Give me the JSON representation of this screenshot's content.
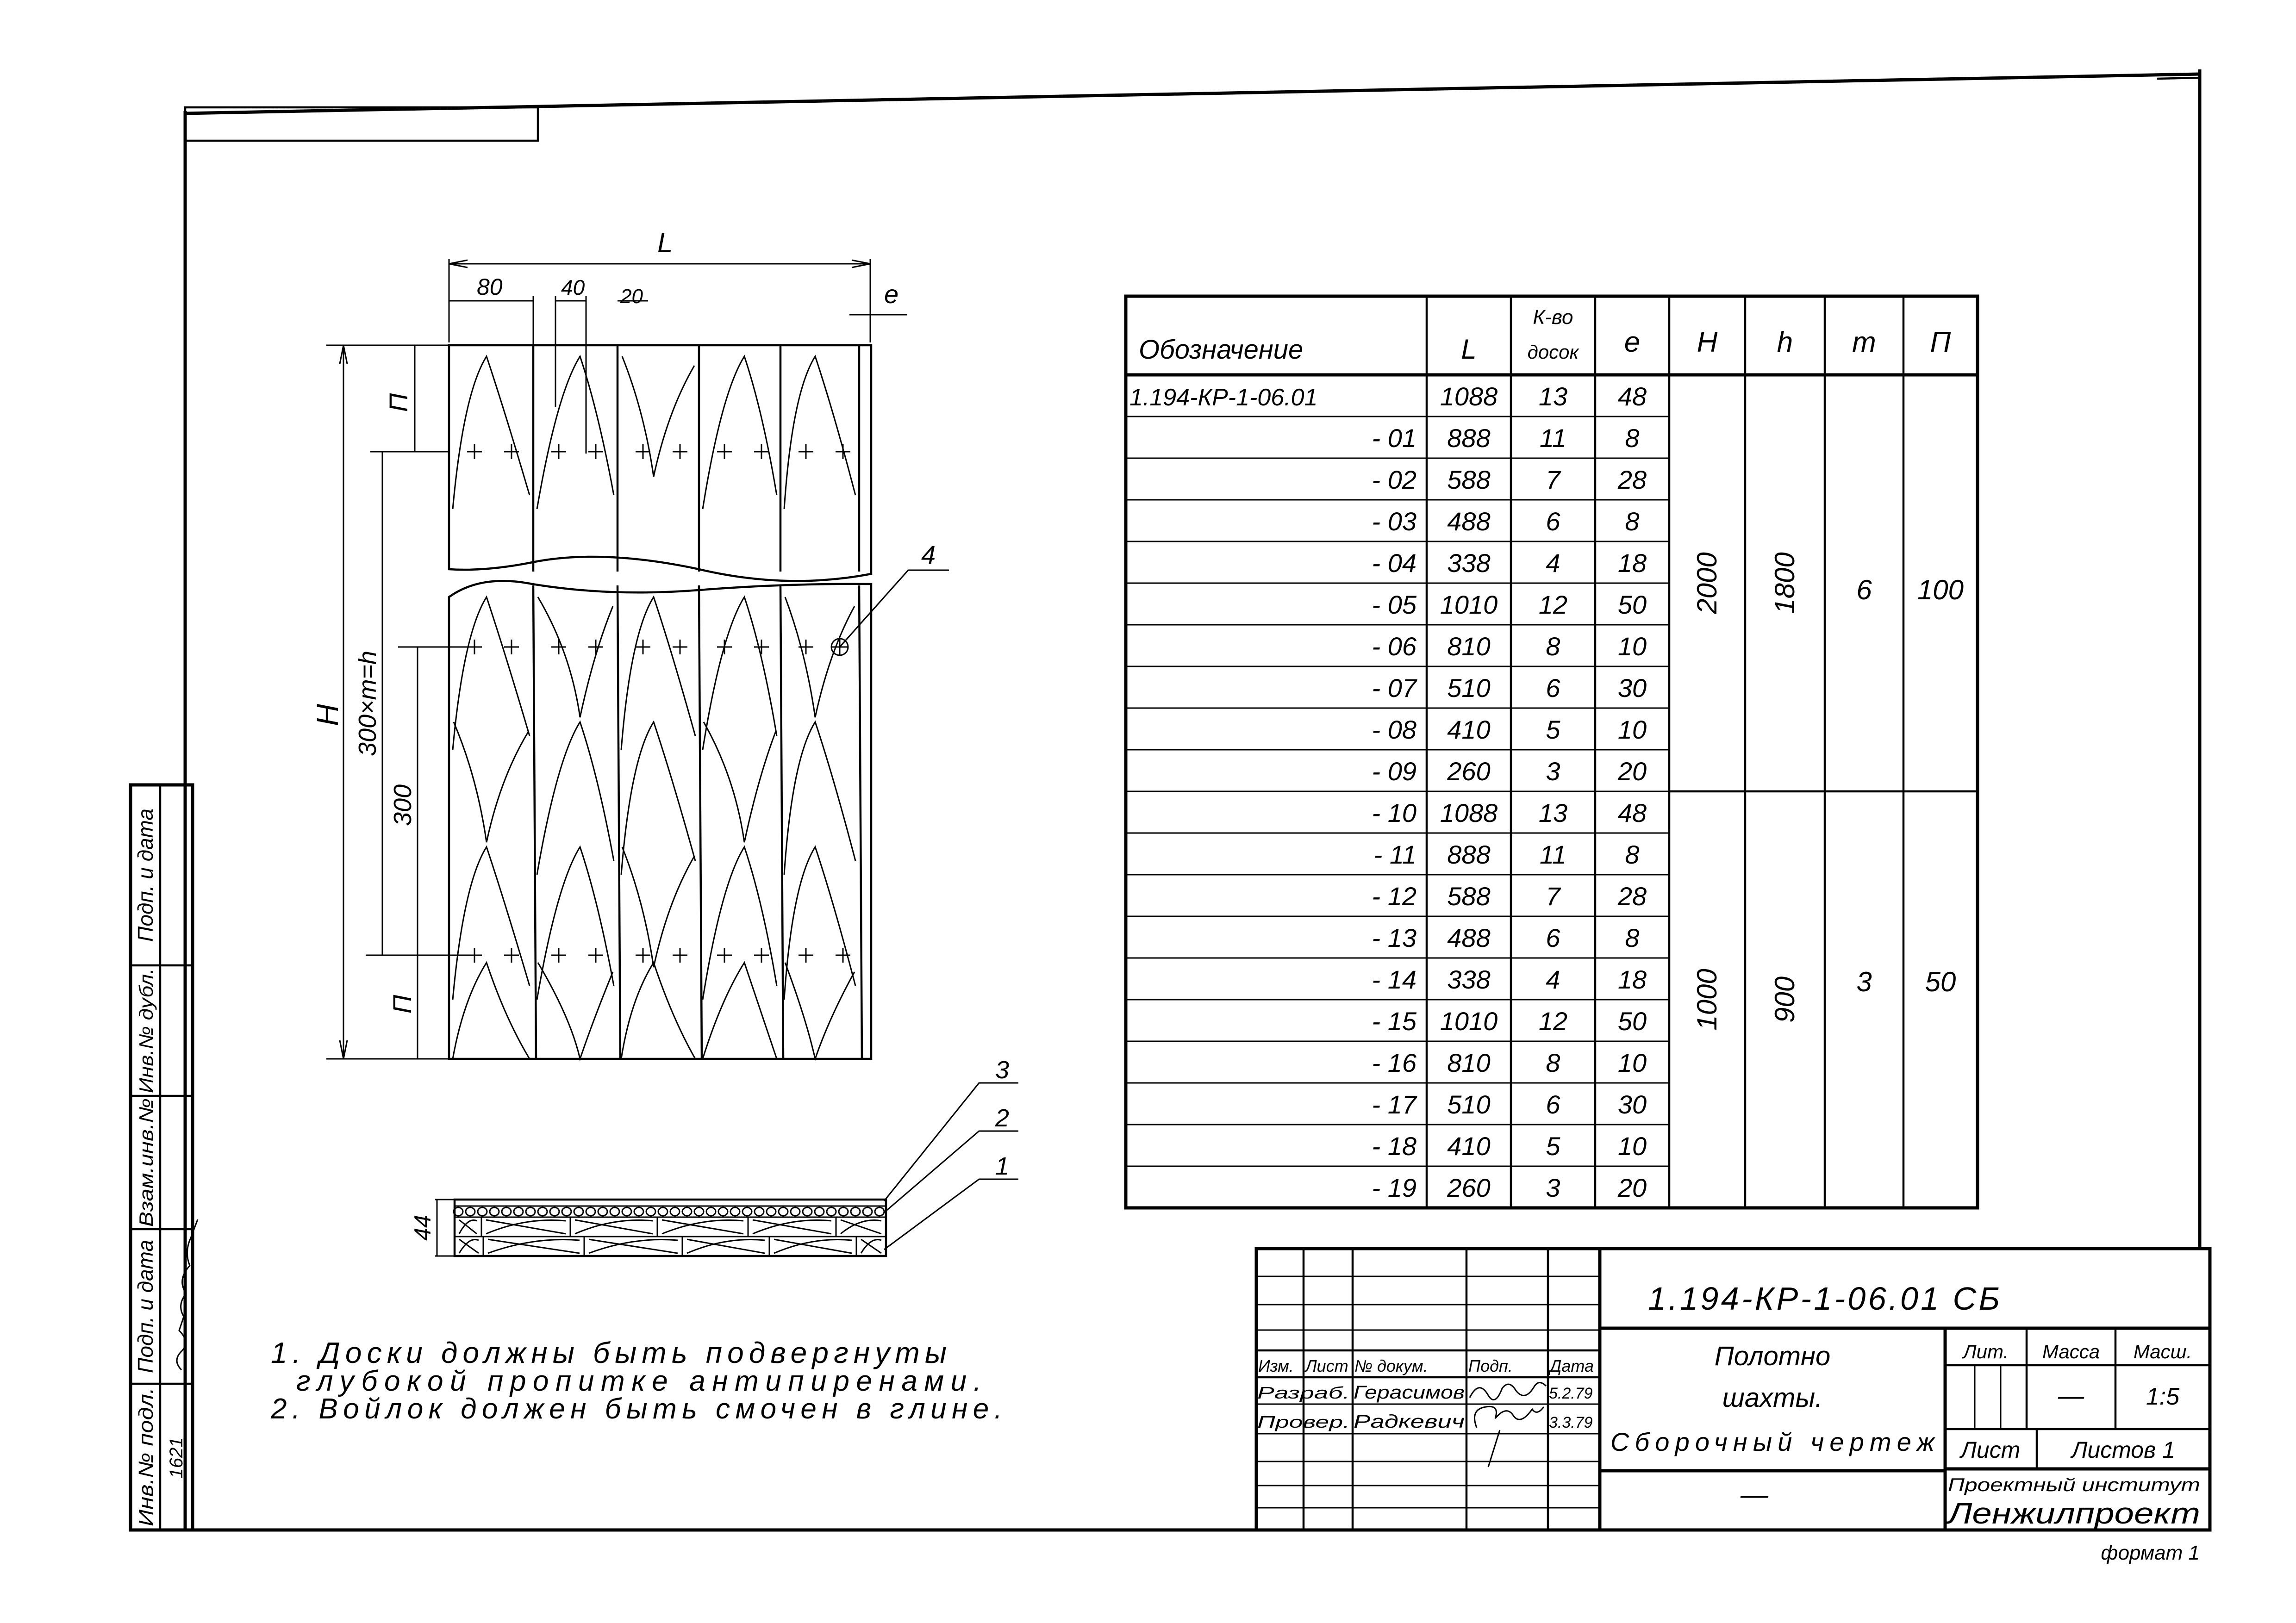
{
  "drawing": {
    "dim_L": "L",
    "dim_80": "80",
    "dim_40": "40",
    "dim_20": "20",
    "dim_e": "e",
    "dim_H": "H",
    "dim_n_top": "П",
    "dim_300m": "300×m=h",
    "dim_300": "300",
    "dim_n_bottom": "П",
    "callout_4": "4",
    "section_thickness": "44",
    "callout_1": "1",
    "callout_2": "2",
    "callout_3": "3"
  },
  "notes": {
    "line1": "1. Доски должны быть подвергнуты",
    "line2": "глубокой пропитке антипиренами.",
    "line3": "2. Войлок должен быть смочен в глине."
  },
  "table": {
    "headers": {
      "designation": "Обозначение",
      "L": "L",
      "count_line1": "К-во",
      "count_line2": "досок",
      "e": "e",
      "H": "H",
      "h": "h",
      "m": "m",
      "n": "П"
    },
    "rows": [
      {
        "designation": "1.194-КР-1-06.01",
        "L": "1088",
        "count": "13",
        "e": "48"
      },
      {
        "designation": "- 01",
        "L": "888",
        "count": "11",
        "e": "8"
      },
      {
        "designation": "- 02",
        "L": "588",
        "count": "7",
        "e": "28"
      },
      {
        "designation": "- 03",
        "L": "488",
        "count": "6",
        "e": "8"
      },
      {
        "designation": "- 04",
        "L": "338",
        "count": "4",
        "e": "18"
      },
      {
        "designation": "- 05",
        "L": "1010",
        "count": "12",
        "e": "50"
      },
      {
        "designation": "- 06",
        "L": "810",
        "count": "8",
        "e": "10"
      },
      {
        "designation": "- 07",
        "L": "510",
        "count": "6",
        "e": "30"
      },
      {
        "designation": "- 08",
        "L": "410",
        "count": "5",
        "e": "10"
      },
      {
        "designation": "- 09",
        "L": "260",
        "count": "3",
        "e": "20"
      },
      {
        "designation": "- 10",
        "L": "1088",
        "count": "13",
        "e": "48"
      },
      {
        "designation": "- 11",
        "L": "888",
        "count": "11",
        "e": "8"
      },
      {
        "designation": "- 12",
        "L": "588",
        "count": "7",
        "e": "28"
      },
      {
        "designation": "- 13",
        "L": "488",
        "count": "6",
        "e": "8"
      },
      {
        "designation": "- 14",
        "L": "338",
        "count": "4",
        "e": "18"
      },
      {
        "designation": "- 15",
        "L": "1010",
        "count": "12",
        "e": "50"
      },
      {
        "designation": "- 16",
        "L": "810",
        "count": "8",
        "e": "10"
      },
      {
        "designation": "- 17",
        "L": "510",
        "count": "6",
        "e": "30"
      },
      {
        "designation": "- 18",
        "L": "410",
        "count": "5",
        "e": "10"
      },
      {
        "designation": "- 19",
        "L": "260",
        "count": "3",
        "e": "20"
      }
    ],
    "groups": [
      {
        "H": "2000",
        "h": "1800",
        "m": "6",
        "n": "100"
      },
      {
        "H": "1000",
        "h": "900",
        "m": "3",
        "n": "50"
      }
    ]
  },
  "title_block": {
    "document_code": "1.194-КР-1-06.01 СБ",
    "headers": {
      "change": "Изм.",
      "sheet": "Лист",
      "doc_no": "№ докум.",
      "signature": "Подп.",
      "date": "Дата"
    },
    "developed_label": "Разраб.",
    "developed_name": "Герасимов",
    "developed_date": "5.2.79",
    "checked_label": "Провер.",
    "checked_name": "Радкевич",
    "checked_date": "3.3.79",
    "name_line1": "Полотно",
    "name_line2": "шахты.",
    "name_line3": "Сборочный чертеж",
    "material": "—",
    "lit_label": "Лит.",
    "mass_label": "Масса",
    "scale_label": "Масш.",
    "mass_value": "—",
    "scale_value": "1:5",
    "sheet_label": "Лист",
    "sheets_label": "Листов 1",
    "org_line1": "Проектный институт",
    "org_line2": "Ленжилпроект",
    "format": "формат 1"
  },
  "side_stamp": {
    "sign_date_1": "Подп. и дата",
    "dup_inv": "Инв.№ дубл.",
    "replace_inv": "Взам.инв.№",
    "sign_date_2": "Подп. и дата",
    "orig_inv": "Инв.№ подл.",
    "orig_inv_value": "1621"
  }
}
